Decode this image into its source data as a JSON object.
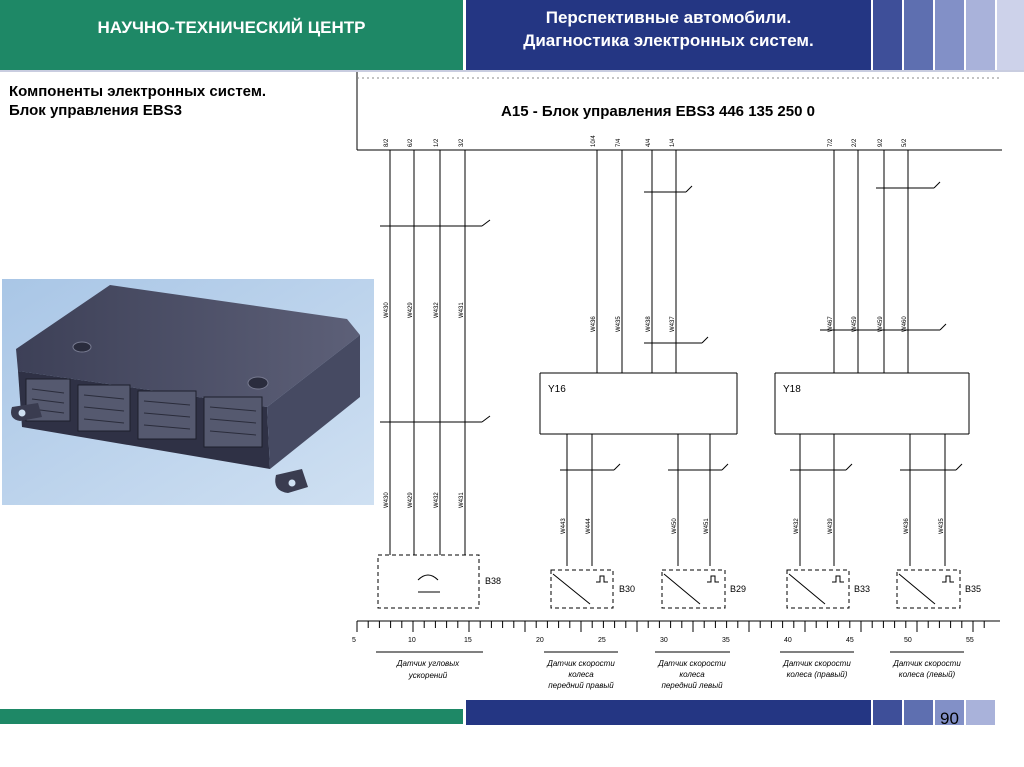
{
  "header": {
    "org_title": "НАУЧНО-ТЕХНИЧЕСКИЙ ЦЕНТР",
    "course_line1": "Перспективные автомобили.",
    "course_line2": "Диагностика электронных систем.",
    "stripe_colors": [
      "#3e4f99",
      "#5e6fb0",
      "#8290c7",
      "#a9b2da",
      "#cdd2ea"
    ]
  },
  "slide": {
    "subtitle_line1": "Компоненты электронных систем.",
    "subtitle_line2": "Блок управления EBS3"
  },
  "diagram": {
    "unit_title": "A15 - Блок управления EBS3 446 135 250 0",
    "valves": [
      "Y16",
      "Y18"
    ],
    "sensors": [
      "B38",
      "B30",
      "B29",
      "B33",
      "B35"
    ],
    "top_pins": [
      "8/2",
      "6/2",
      "1/2",
      "3/2",
      "10/4",
      "7/4",
      "4/4",
      "1/4",
      "7/2",
      "2/2",
      "9/2",
      "5/2"
    ],
    "wires_left_top": [
      "W430",
      "W429",
      "W432",
      "W431"
    ],
    "wires_left_bottom": [
      "W430",
      "W429",
      "W432",
      "W431"
    ],
    "wires_y16": [
      "W436",
      "W435",
      "W438",
      "W437"
    ],
    "wires_y18": [
      "W467",
      "W459",
      "W459",
      "W460"
    ],
    "wires_sensors": [
      "W443",
      "W444",
      "W450",
      "W451",
      "W432",
      "W439",
      "W436",
      "W435"
    ],
    "ruler_labels": [
      "5",
      "10",
      "15",
      "20",
      "25",
      "30",
      "35",
      "40",
      "45",
      "50",
      "55"
    ],
    "captions": [
      {
        "l1": "Датчик угловых",
        "l2": "ускорений",
        "l3": ""
      },
      {
        "l1": "Датчик скорости",
        "l2": "колеса",
        "l3": "передний правый"
      },
      {
        "l1": "Датчик скорости",
        "l2": "колеса",
        "l3": "передний левый"
      },
      {
        "l1": "Датчик скорости",
        "l2": "колеса (правый)",
        "l3": ""
      },
      {
        "l1": "Датчик скорости",
        "l2": "колеса (левый)",
        "l3": ""
      }
    ]
  },
  "footer": {
    "page_number": "90"
  }
}
